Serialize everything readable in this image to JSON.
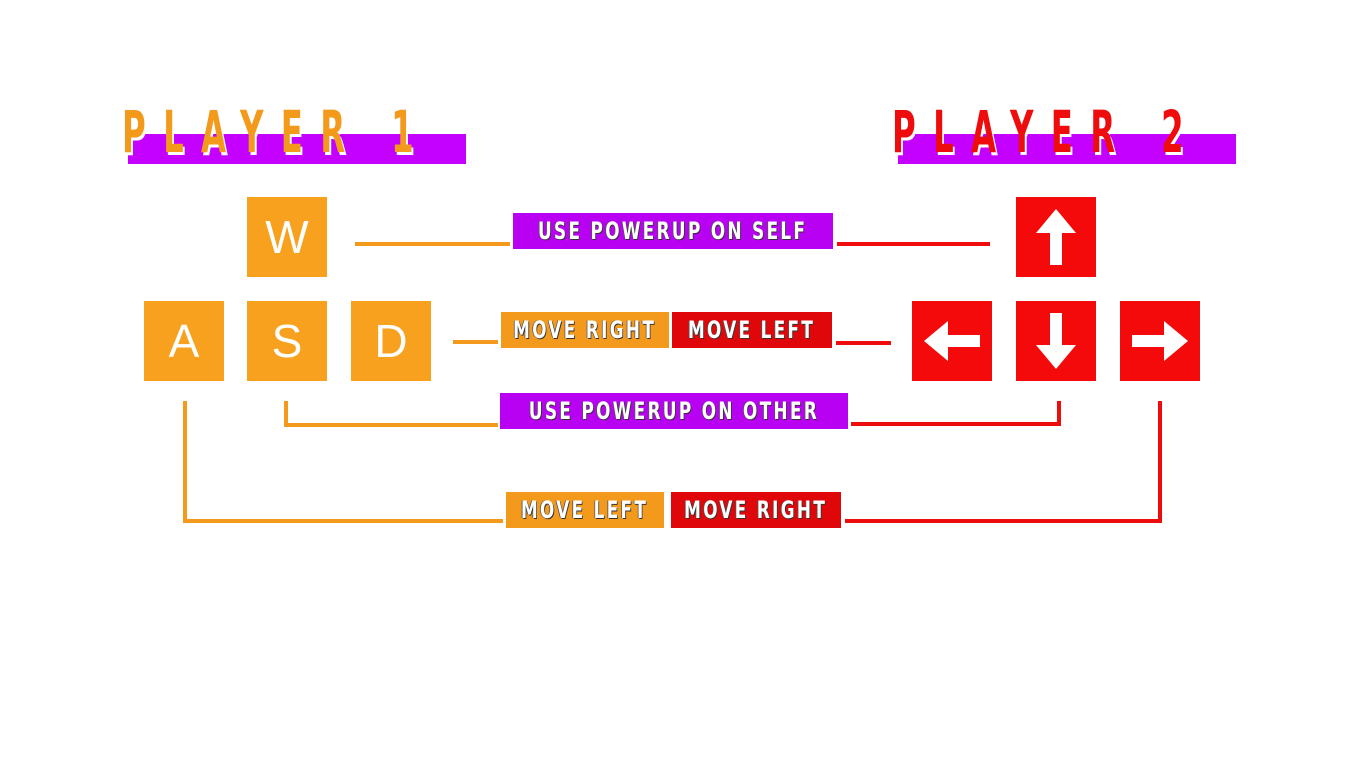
{
  "player1": {
    "title": "PLAYER 1",
    "color": "#f39a1c",
    "keys": {
      "up": "W",
      "left": "A",
      "down": "S",
      "right": "D"
    }
  },
  "player2": {
    "title": "PLAYER 2",
    "color": "#ef0c0c",
    "keys": {
      "up": "arrow-up-icon",
      "left": "arrow-left-icon",
      "down": "arrow-down-icon",
      "right": "arrow-right-icon"
    }
  },
  "actions": {
    "powerup_self": "USE POWERUP ON SELF",
    "powerup_other": "USE POWERUP ON OTHER",
    "p1_right": "MOVE RIGHT",
    "p2_left": "MOVE LEFT",
    "p1_left": "MOVE LEFT",
    "p2_right": "MOVE RIGHT"
  },
  "colors": {
    "accent_purple": "#c400ff",
    "player1_orange": "#f8a11f",
    "player2_red": "#f40a0a",
    "background": "#ffffff"
  }
}
